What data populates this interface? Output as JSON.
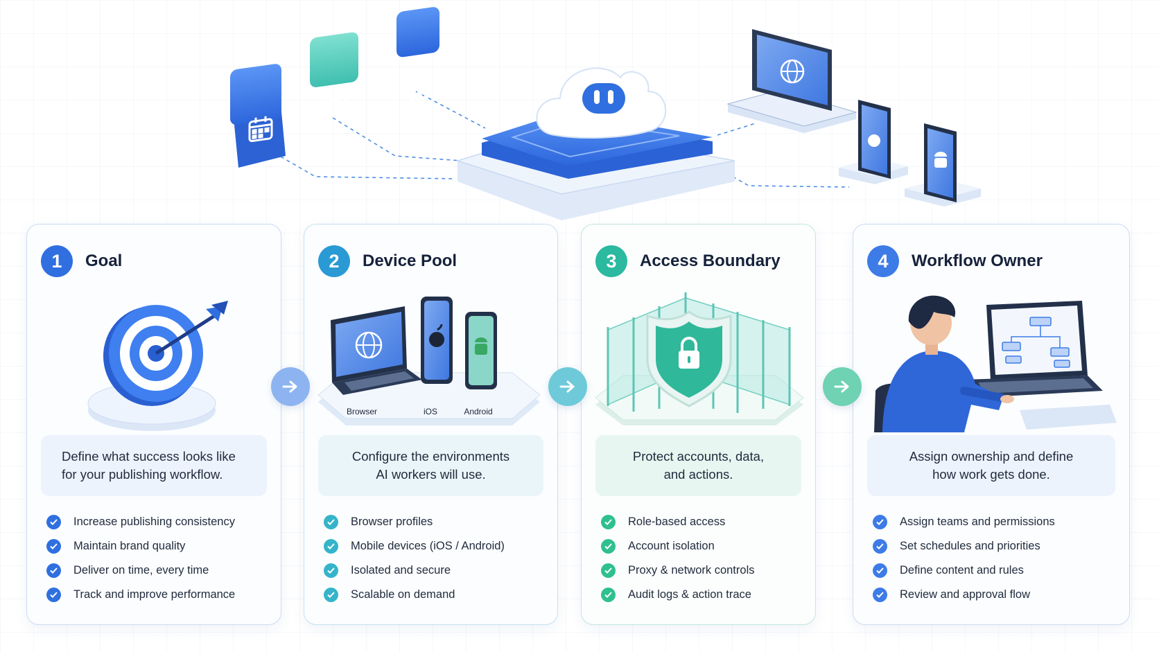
{
  "steps": [
    {
      "number": "1",
      "title": "Goal",
      "description_lines": [
        "Define what success looks like",
        "for your publishing workflow."
      ],
      "items": [
        "Increase publishing consistency",
        "Maintain brand quality",
        "Deliver on time, every time",
        "Track and improve performance"
      ],
      "icon": "target-icon"
    },
    {
      "number": "2",
      "title": "Device Pool",
      "description_lines": [
        "Configure the environments",
        "AI workers will use."
      ],
      "items": [
        "Browser profiles",
        "Mobile devices (iOS / Android)",
        "Isolated and secure",
        "Scalable on demand"
      ],
      "device_labels": [
        "Browser",
        "iOS",
        "Android"
      ],
      "icon": "devices-icon"
    },
    {
      "number": "3",
      "title": "Access Boundary",
      "description_lines": [
        "Protect accounts, data,",
        "and actions."
      ],
      "items": [
        "Role-based access",
        "Account isolation",
        "Proxy & network controls",
        "Audit logs & action trace"
      ],
      "icon": "shield-lock-icon"
    },
    {
      "number": "4",
      "title": "Workflow Owner",
      "description_lines": [
        "Assign ownership and define",
        "how work gets done."
      ],
      "items": [
        "Assign teams and permissions",
        "Set schedules and priorities",
        "Define content and rules",
        "Review and approval flow"
      ],
      "icon": "person-laptop-icon"
    }
  ],
  "hero_icons": [
    "calendar-icon",
    "chat-icon",
    "bar-chart-icon",
    "cloud-robot-icon",
    "laptop-globe-icon",
    "iphone-apple-icon",
    "android-phone-icon"
  ],
  "colors": {
    "step1": "#2f6fe0",
    "step2": "#2a9ad4",
    "step3": "#2bb9a0",
    "step4": "#3d7be6",
    "accent_blue": "#3b82f6"
  }
}
